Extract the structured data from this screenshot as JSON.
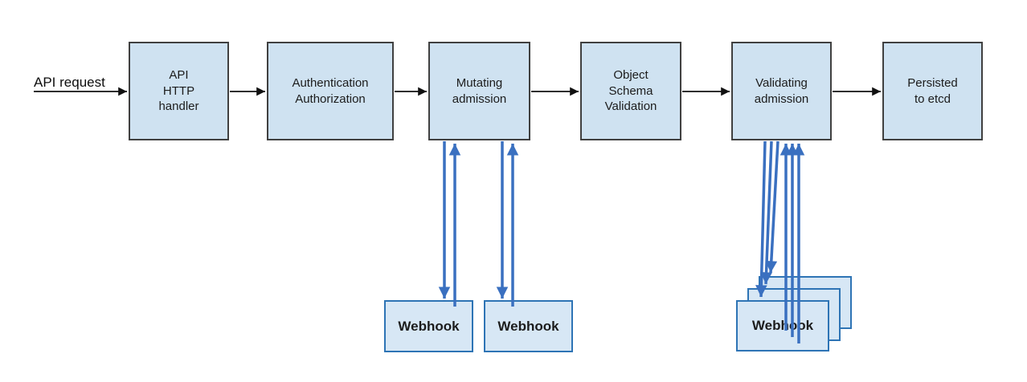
{
  "diagram": {
    "request_label": "API request",
    "pipeline": [
      {
        "id": "api-http-handler",
        "label": "API\nHTTP\nhandler"
      },
      {
        "id": "authentication-authorization",
        "label": "Authentication\nAuthorization"
      },
      {
        "id": "mutating-admission",
        "label": "Mutating\nadmission"
      },
      {
        "id": "object-schema-validation",
        "label": "Object\nSchema\nValidation"
      },
      {
        "id": "validating-admission",
        "label": "Validating\nadmission"
      },
      {
        "id": "persisted-to-etcd",
        "label": "Persisted\nto etcd"
      }
    ],
    "mutating_webhooks": [
      {
        "label": "Webhook"
      },
      {
        "label": "Webhook"
      }
    ],
    "validating_webhooks": [
      {
        "label": "Webhook"
      },
      {
        "label": "Webhook"
      },
      {
        "label": "Webhook"
      }
    ],
    "colors": {
      "node_fill": "#cfe2f1",
      "node_border": "#404040",
      "webhook_fill": "#d7e7f5",
      "webhook_border": "#2e74b5",
      "flow_arrow": "#111111",
      "webhook_arrow": "#3a70c0"
    }
  }
}
